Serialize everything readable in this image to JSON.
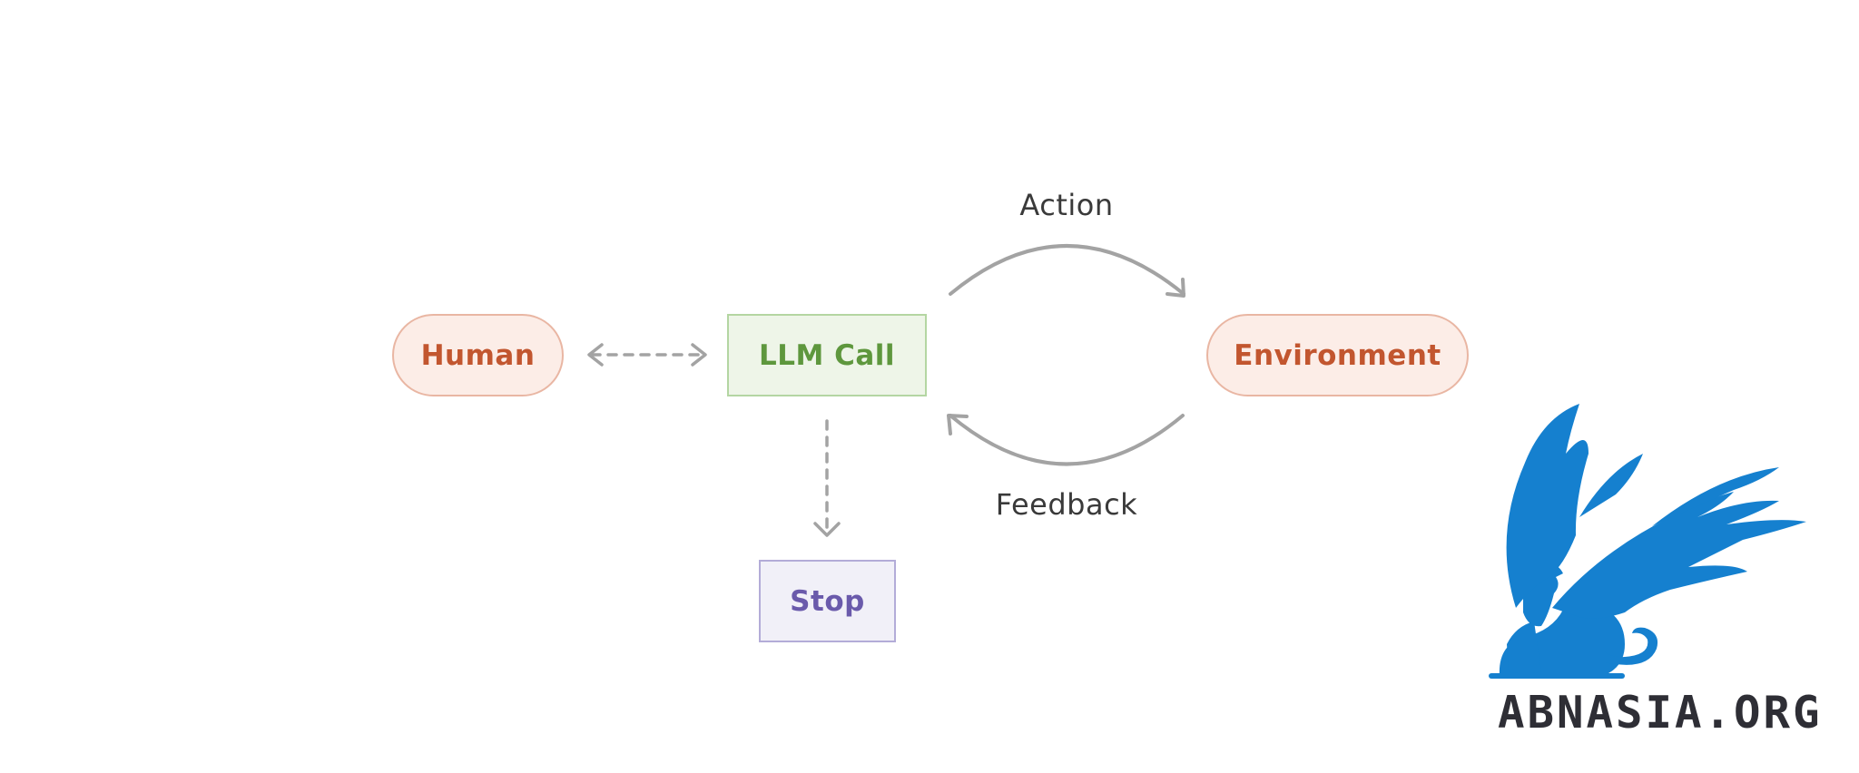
{
  "diagram": {
    "nodes": {
      "human": {
        "label": "Human",
        "fill": "#fcede7",
        "border": "#e9b6a3",
        "text": "#c2562f"
      },
      "llm": {
        "label": "LLM Call",
        "fill": "#eef5e8",
        "border": "#b4d6a2",
        "text": "#5e973d"
      },
      "environment": {
        "label": "Environment",
        "fill": "#fcede7",
        "border": "#e9b6a3",
        "text": "#c2562f"
      },
      "stop": {
        "label": "Stop",
        "fill": "#f1f0f8",
        "border": "#b3acd8",
        "text": "#6a5aab"
      }
    },
    "edges": {
      "action_label": "Action",
      "feedback_label": "Feedback",
      "color": "#a3a3a3"
    }
  },
  "watermark": {
    "text": "ABNASIA.ORG",
    "icon": "griffin-icon",
    "icon_color": "#1580cf",
    "text_color": "#2e2e35"
  }
}
